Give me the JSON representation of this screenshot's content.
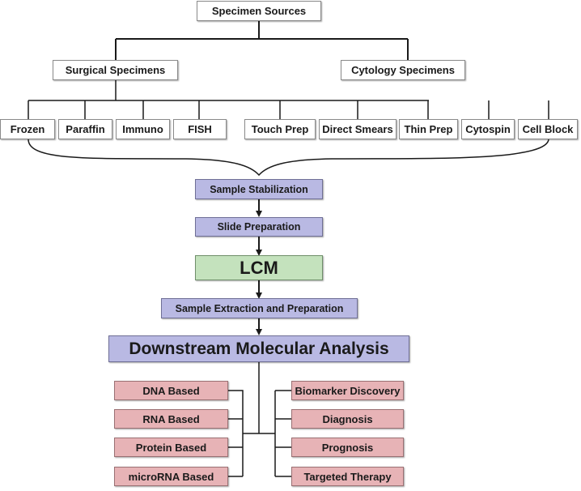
{
  "colors": {
    "process_fill": "#b9b9e3",
    "lcm_fill": "#c4e2bd",
    "output_fill": "#e7b3b6",
    "source_fill": "#ffffff",
    "line": "#1a1a1a"
  },
  "root": {
    "label": "Specimen Sources"
  },
  "categories": [
    {
      "label": "Surgical Specimens"
    },
    {
      "label": "Cytology Specimens"
    }
  ],
  "surgical_types": [
    {
      "label": "Frozen"
    },
    {
      "label": "Paraffin"
    },
    {
      "label": "Immuno"
    },
    {
      "label": "FISH"
    }
  ],
  "cytology_types": [
    {
      "label": "Touch Prep"
    },
    {
      "label": "Direct Smears"
    },
    {
      "label": "Thin Prep"
    },
    {
      "label": "Cytospin"
    },
    {
      "label": "Cell Block"
    }
  ],
  "pipeline": [
    {
      "label": "Sample Stabilization"
    },
    {
      "label": "Slide Preparation"
    },
    {
      "label": "LCM"
    },
    {
      "label": "Sample Extraction and Preparation"
    },
    {
      "label": "Downstream Molecular Analysis"
    }
  ],
  "analysis_types": [
    {
      "label": "DNA Based"
    },
    {
      "label": "RNA Based"
    },
    {
      "label": "Protein Based"
    },
    {
      "label": "microRNA Based"
    }
  ],
  "applications": [
    {
      "label": "Biomarker Discovery"
    },
    {
      "label": "Diagnosis"
    },
    {
      "label": "Prognosis"
    },
    {
      "label": "Targeted Therapy"
    }
  ]
}
